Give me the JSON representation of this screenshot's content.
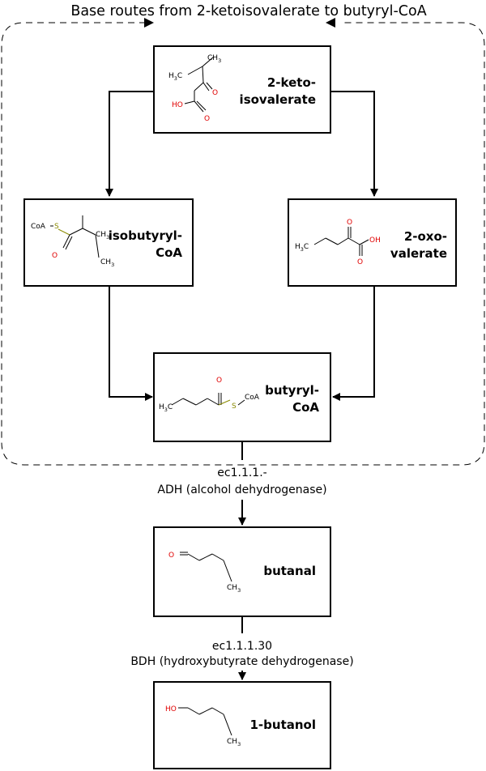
{
  "title": "Base routes from 2-ketoisovalerate to butyryl-CoA",
  "compounds": {
    "ketoisovalerate": {
      "label_line1": "2-keto-",
      "label_line2": "isovalerate"
    },
    "isobutyryl_coa": {
      "label_line1": "isobutyryl-",
      "label_line2": "CoA"
    },
    "oxovalerate": {
      "label_line1": "2-oxo-",
      "label_line2": "valerate"
    },
    "butyryl_coa": {
      "label_line1": "butyryl-",
      "label_line2": "CoA"
    },
    "butanal": {
      "label": "butanal"
    },
    "butanol": {
      "label": "1-butanol"
    }
  },
  "enzymes": {
    "adh": {
      "ec": "ec1.1.1.-",
      "name": "ADH (alcohol dehydrogenase)"
    },
    "bdh": {
      "ec": "ec1.1.1.30",
      "name": "BDH (hydroxybutyrate dehydrogenase)"
    }
  },
  "atoms": {
    "h": "H",
    "c": "C",
    "sub3": "3",
    "o": "O",
    "ho": "HO",
    "oh": "OH",
    "s": "S",
    "coa": "CoA"
  }
}
